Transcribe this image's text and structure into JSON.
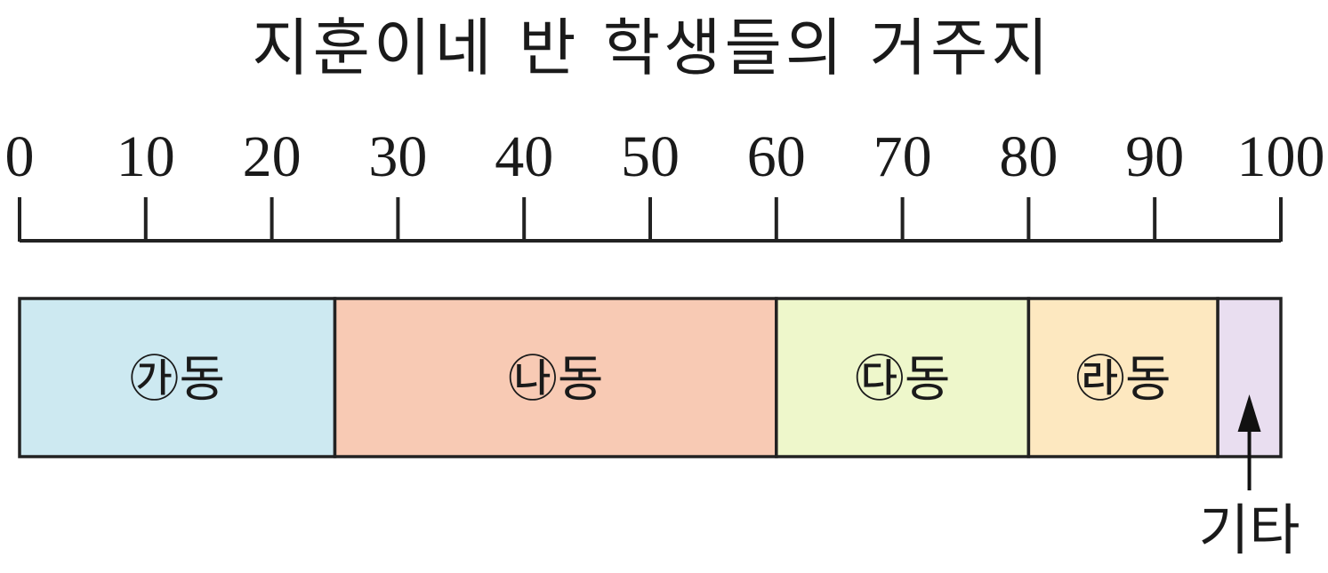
{
  "chart_data": {
    "type": "bar",
    "title": "지훈이네 반 학생들의 거주지",
    "axis": {
      "min": 0,
      "max": 100,
      "ticks": [
        "0",
        "10",
        "20",
        "30",
        "40",
        "50",
        "60",
        "70",
        "80",
        "90",
        "100"
      ]
    },
    "segments": [
      {
        "label": "㉮동",
        "value": 25,
        "color": "#cde9f1"
      },
      {
        "label": "㉯동",
        "value": 35,
        "color": "#f8cab4"
      },
      {
        "label": "㉰동",
        "value": 20,
        "color": "#eef7cb"
      },
      {
        "label": "㉱동",
        "value": 15,
        "color": "#fde8c0"
      },
      {
        "label": "기타",
        "value": 5,
        "color": "#e9def0",
        "callout": true
      }
    ]
  }
}
